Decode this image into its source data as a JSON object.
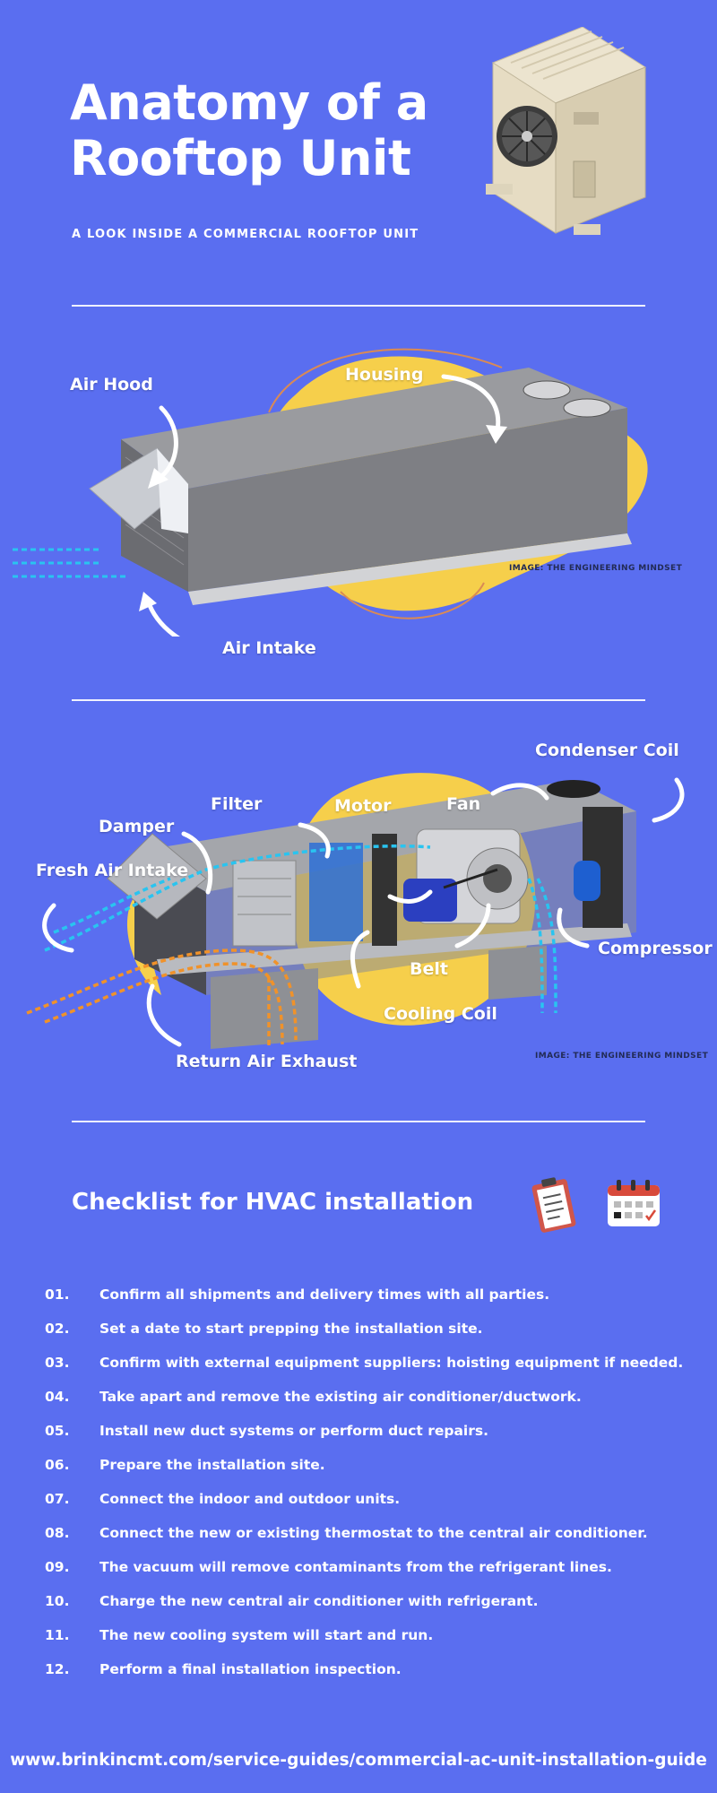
{
  "header": {
    "title": "Anatomy of a Rooftop Unit",
    "subtitle": "A LOOK INSIDE A COMMERCIAL ROOFTOP UNIT"
  },
  "diagram1": {
    "labels": {
      "air_hood": "Air Hood",
      "housing": "Housing",
      "air_intake": "Air Intake"
    },
    "credit": "IMAGE: THE ENGINEERING MINDSET"
  },
  "diagram2": {
    "labels": {
      "condenser_coil": "Condenser Coil",
      "filter": "Filter",
      "motor": "Motor",
      "fan": "Fan",
      "damper": "Damper",
      "fresh_air_intake": "Fresh Air Intake",
      "compressor": "Compressor",
      "belt": "Belt",
      "cooling_coil": "Cooling Coil",
      "return_air_exhaust": "Return Air Exhaust"
    },
    "credit": "IMAGE: THE ENGINEERING MINDSET"
  },
  "checklist": {
    "title": "Checklist for HVAC installation",
    "icons": [
      "clipboard-icon",
      "calendar-icon"
    ],
    "items": [
      {
        "num": "01.",
        "text": "Confirm all shipments and delivery times with all parties."
      },
      {
        "num": "02.",
        "text": "Set a date to start prepping the installation site."
      },
      {
        "num": "03.",
        "text": "Confirm with external equipment suppliers: hoisting equipment if needed."
      },
      {
        "num": "04.",
        "text": "Take apart and remove the existing air conditioner/ductwork."
      },
      {
        "num": "05.",
        "text": "Install new duct systems or perform duct repairs."
      },
      {
        "num": "06.",
        "text": "Prepare the installation site."
      },
      {
        "num": "07.",
        "text": "Connect the indoor and outdoor units."
      },
      {
        "num": "08.",
        "text": "Connect the new or existing thermostat to the central air conditioner."
      },
      {
        "num": "09.",
        "text": "The vacuum will remove contaminants from the refrigerant lines."
      },
      {
        "num": "10.",
        "text": "Charge the new central air conditioner with refrigerant."
      },
      {
        "num": "11.",
        "text": "The new cooling system will start and run."
      },
      {
        "num": "12.",
        "text": "Perform a final installation inspection."
      }
    ]
  },
  "footer": {
    "url": "www.brinkincmt.com/service-guides/commercial-ac-unit-installation-guide"
  },
  "colors": {
    "background": "#5a6ef0",
    "yellow_blob": "#f6cf4b",
    "unit_gray": "#7e7f84",
    "duct_blue": "#29c4f0",
    "duct_orange": "#f0922a"
  }
}
